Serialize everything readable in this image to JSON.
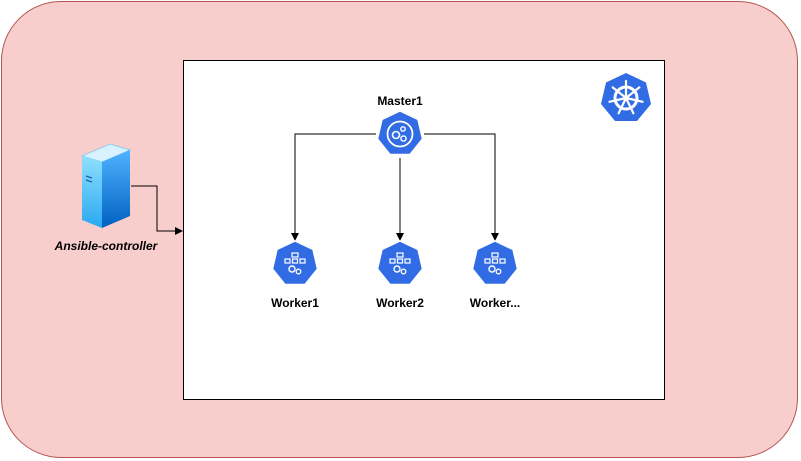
{
  "nodes": {
    "master": {
      "label": "Master1",
      "icon": "kubernetes-control-plane-icon"
    },
    "workers": [
      {
        "label": "Worker1",
        "icon": "kubernetes-node-icon"
      },
      {
        "label": "Worker2",
        "icon": "kubernetes-node-icon"
      },
      {
        "label": "Worker...",
        "icon": "kubernetes-node-icon"
      }
    ],
    "controller": {
      "label": "Ansible-controller",
      "icon": "server-icon"
    }
  },
  "logo": {
    "icon": "kubernetes-logo-icon"
  },
  "colors": {
    "outer_fill": "#f8cecc",
    "outer_stroke": "#b85450",
    "k8s_blue": "#326ce5",
    "server_blue": "#0a7fd9"
  }
}
